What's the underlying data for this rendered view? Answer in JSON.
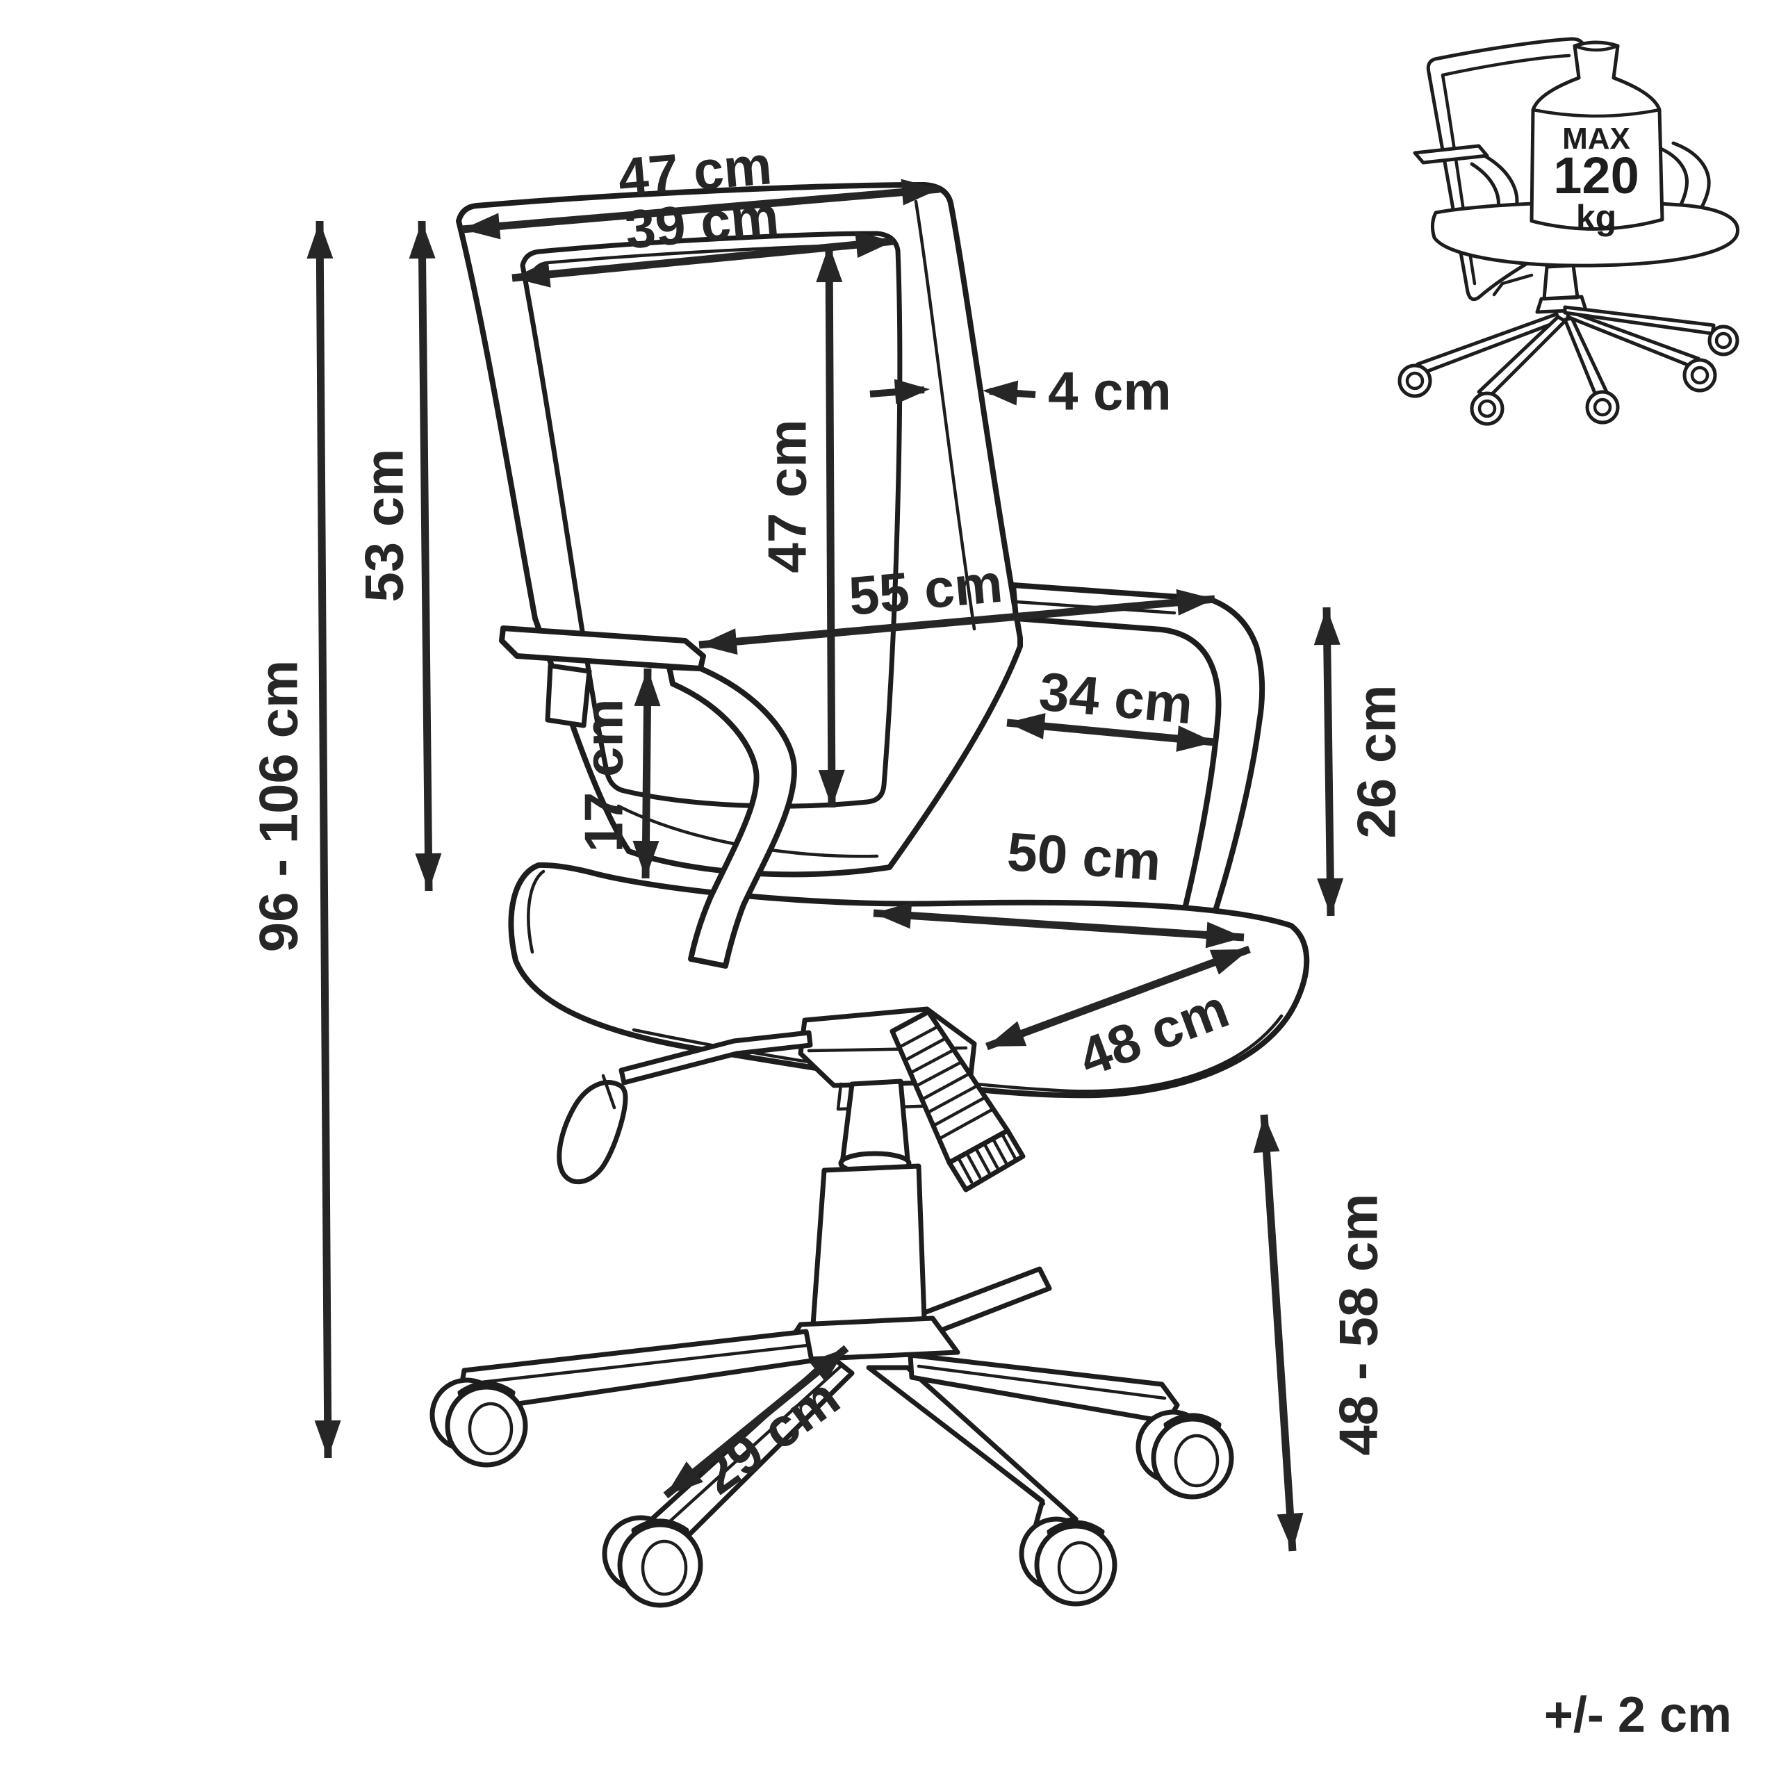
{
  "colors": {
    "background": "#ffffff",
    "line": "#1d1d1d",
    "dimension": "#262626"
  },
  "diagram": {
    "dimensions": {
      "top_width_47": {
        "label": "47 cm"
      },
      "inner_width_39": {
        "label": "39 cm"
      },
      "backrest_thickness_4": {
        "label": "4 cm"
      },
      "backrest_height_53": {
        "label": "53 cm"
      },
      "overall_height_96_106": {
        "label": "96 - 106 cm"
      },
      "inner_height_47": {
        "label": "47 cm"
      },
      "depth_55": {
        "label": "55 cm"
      },
      "inner_depth_34": {
        "label": "34 cm"
      },
      "armrest_clearance_17": {
        "label": "17 cm"
      },
      "armrest_height_26": {
        "label": "26 cm"
      },
      "seat_depth_50": {
        "label": "50 cm"
      },
      "seat_width_48": {
        "label": "48 cm"
      },
      "seat_height_48_58": {
        "label": "48 - 58 cm"
      },
      "base_leg_29": {
        "label": "29 cm"
      }
    },
    "max_load_badge": {
      "line1": "MAX",
      "line2": "120",
      "line3": "kg"
    },
    "tolerance_note": "+/- 2 cm"
  }
}
